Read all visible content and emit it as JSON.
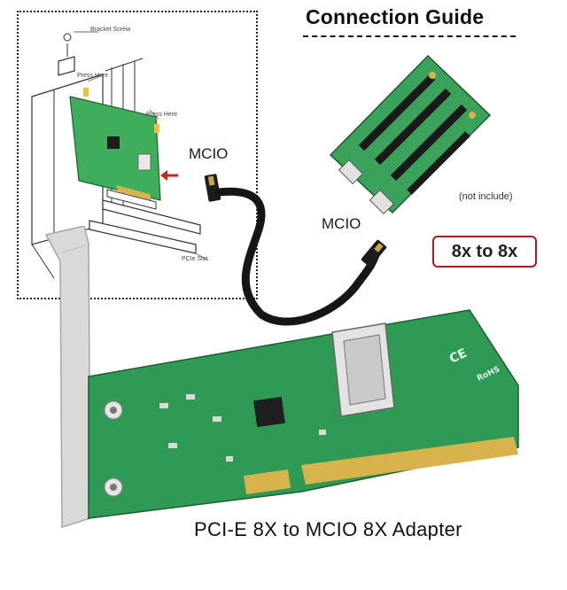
{
  "title": "Connection Guide",
  "installation_diagram": {
    "labels": {
      "bracket_screw": "Bracket Screw",
      "press_here_1": "Press Here",
      "press_here_2": "Press Here",
      "pcie_slot": "PCIe Slot"
    }
  },
  "cable": {
    "label_left": "MCIO",
    "label_right": "MCIO"
  },
  "riser_board": {
    "note": "(not include)"
  },
  "badge": {
    "text": "8x to 8x",
    "border_color": "#a21d24"
  },
  "caption": "PCI-E 8X to MCIO 8X Adapter",
  "colors": {
    "pcb_green": "#2f9a55",
    "connector_gold": "#d8b24a",
    "bracket_silver": "#d9d9d9"
  }
}
